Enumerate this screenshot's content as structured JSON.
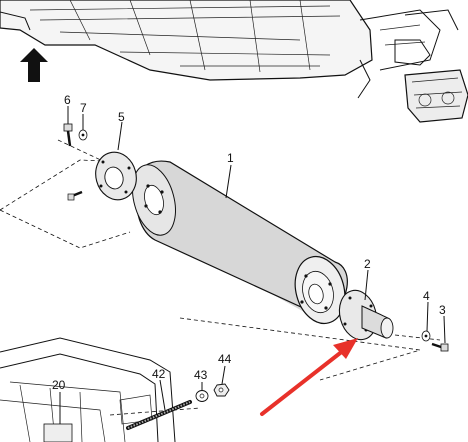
{
  "parts": [
    {
      "number": "1"
    },
    {
      "number": "2"
    },
    {
      "number": "3"
    },
    {
      "number": "4"
    },
    {
      "number": "5"
    },
    {
      "number": "6"
    },
    {
      "number": "7"
    },
    {
      "number": "20"
    },
    {
      "number": "42"
    },
    {
      "number": "43"
    },
    {
      "number": "44"
    }
  ],
  "colors": {
    "roller": "#d7d7d7",
    "roller_end": "#efefef",
    "highlight_arrow": "#e8312a",
    "line": "#111111",
    "background": "#ffffff"
  },
  "icons": {
    "direction_arrow": "up-arrow-icon",
    "highlight_arrow": "red-pointer-arrow-icon"
  }
}
